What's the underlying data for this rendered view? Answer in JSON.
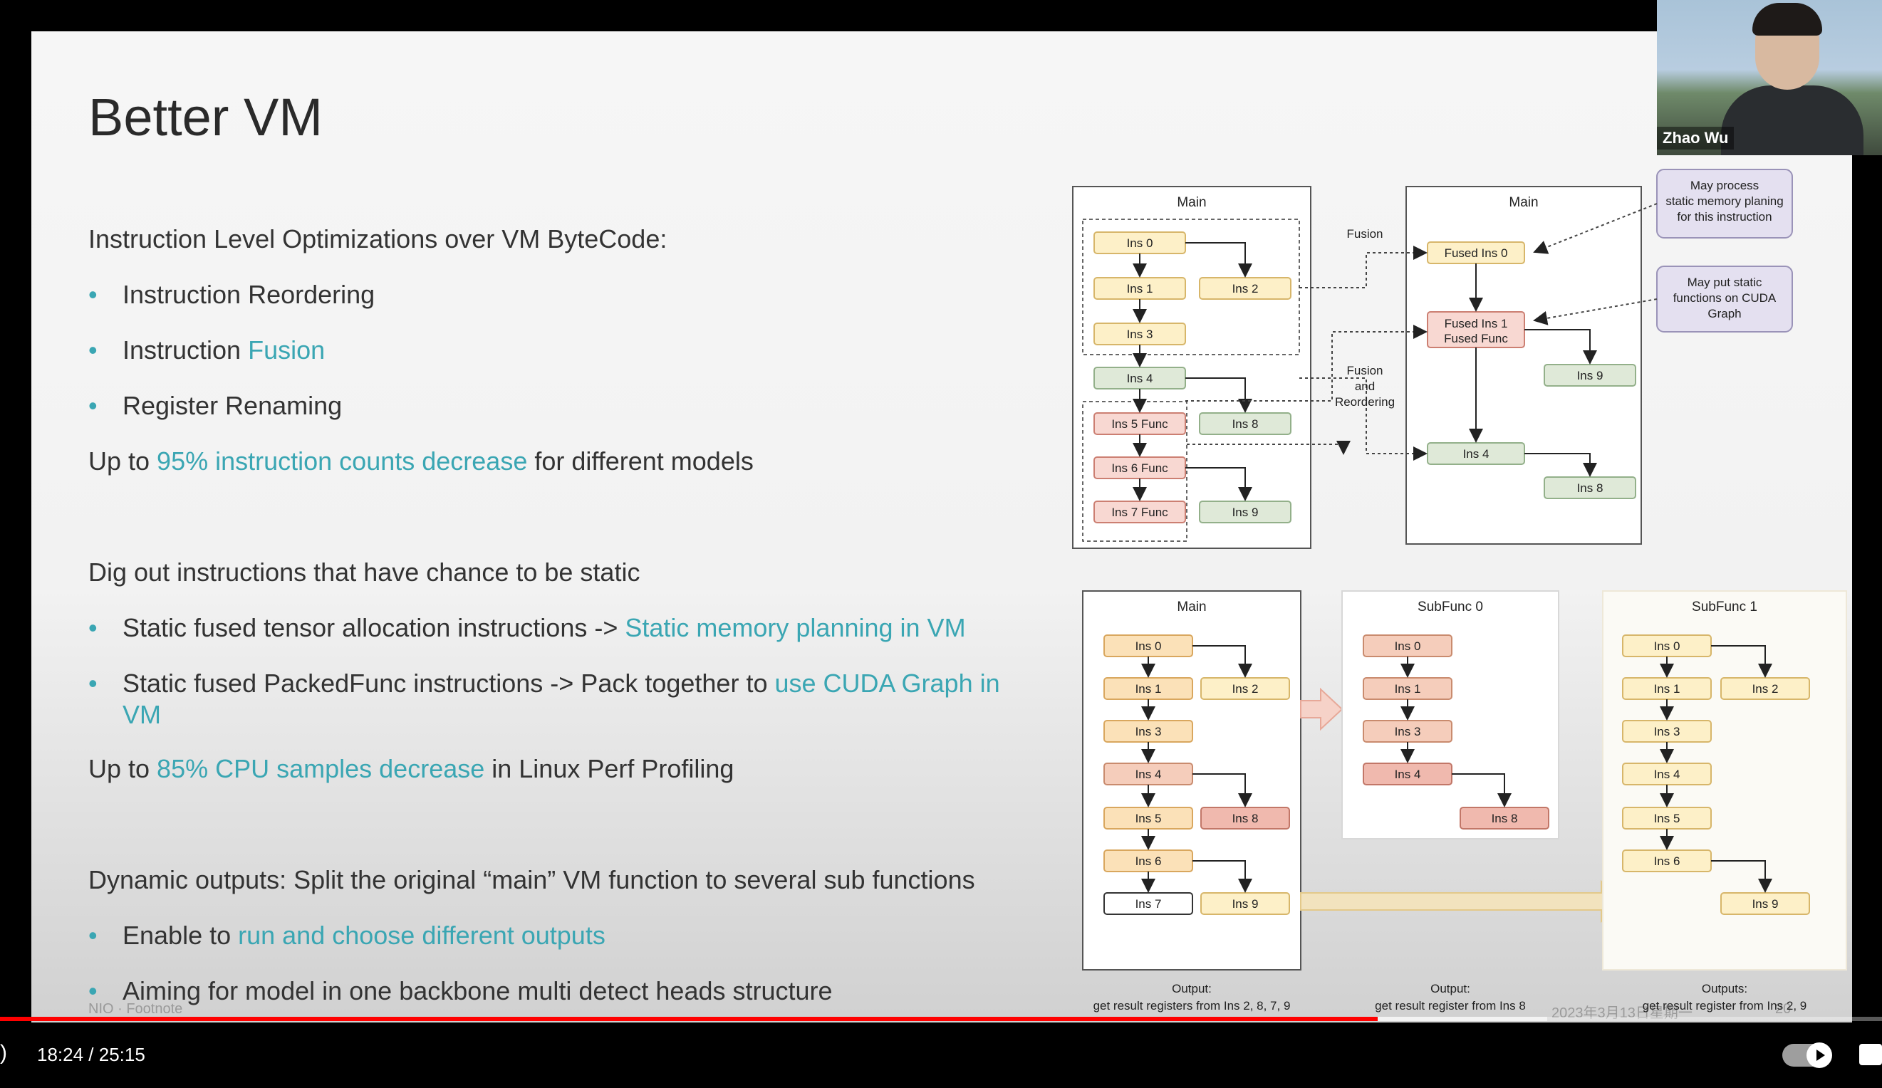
{
  "slide": {
    "title": "Better VM",
    "section1_heading": "Instruction Level Optimizations over VM ByteCode:",
    "section1_bullets": [
      "Instruction Reordering",
      "Instruction ",
      "Fusion",
      "Register Renaming"
    ],
    "stat1": {
      "pre": "Up to ",
      "hl": "95% instruction counts decrease",
      "post": " for different models"
    },
    "section2_heading": "Dig out instructions that have chance to be static",
    "bullet2a": {
      "pre": "Static fused tensor allocation instructions -> ",
      "hl": "Static memory planning in VM"
    },
    "bullet2b": {
      "pre": "Static fused PackedFunc instructions -> Pack together to ",
      "hl": "use CUDA Graph in",
      "hl2": "VM"
    },
    "stat2": {
      "pre": "Up to ",
      "hl": "85% CPU samples decrease",
      "post": " in Linux Perf Profiling"
    },
    "section3_heading": "Dynamic outputs: Split the original “main” VM function to several sub functions",
    "bullet3a": {
      "pre": "Enable to ",
      "hl": "run and choose different outputs"
    },
    "bullet3b": "Aiming for model in one backbone multi detect heads structure",
    "footnote": "NIO · Footnote",
    "date": "2023年3月13日星期一",
    "page": "20"
  },
  "diagram_top": {
    "main_left": "Main",
    "main_right": "Main",
    "fusion_label": "Fusion",
    "fusion_reorder_label": [
      "Fusion",
      "and",
      "Reordering"
    ],
    "left_nodes": [
      "Ins 0",
      "Ins 1",
      "Ins 2",
      "Ins 3",
      "Ins 4",
      "Ins 8",
      "Ins 5 Func",
      "Ins 6 Func",
      "Ins 7 Func",
      "Ins 9"
    ],
    "right_nodes": [
      "Fused Ins 0",
      "Fused Ins 1",
      "Fused Func",
      "Ins 9",
      "Ins 4",
      "Ins 8"
    ],
    "note1": [
      "May process",
      "static memory planing",
      "for this instruction"
    ],
    "note2": [
      "May put static",
      "functions on CUDA",
      "Graph"
    ]
  },
  "diagram_bottom": {
    "main": "Main",
    "subfunc0": "SubFunc 0",
    "subfunc1": "SubFunc 1",
    "main_nodes": [
      "Ins 0",
      "Ins 1",
      "Ins 2",
      "Ins 3",
      "Ins 4",
      "Ins 8",
      "Ins 5",
      "Ins 6",
      "Ins 7",
      "Ins 9"
    ],
    "sub0_nodes": [
      "Ins 0",
      "Ins 1",
      "Ins 3",
      "Ins 4",
      "Ins 8"
    ],
    "sub1_nodes": [
      "Ins 0",
      "Ins 1",
      "Ins 2",
      "Ins 3",
      "Ins 4",
      "Ins 5",
      "Ins 6",
      "Ins 9"
    ],
    "out_main": [
      "Output:",
      "get result registers from Ins 2, 8, 7, 9"
    ],
    "out_sub0": [
      "Output:",
      "get result register from Ins 8"
    ],
    "out_sub1": [
      "Outputs:",
      "get result register from Ins 2, 9"
    ]
  },
  "webcam": {
    "name": "Zhao Wu"
  },
  "player": {
    "time": "18:24 / 25:15",
    "progress_fraction": 0.732,
    "buffered_fraction": 0.822
  }
}
